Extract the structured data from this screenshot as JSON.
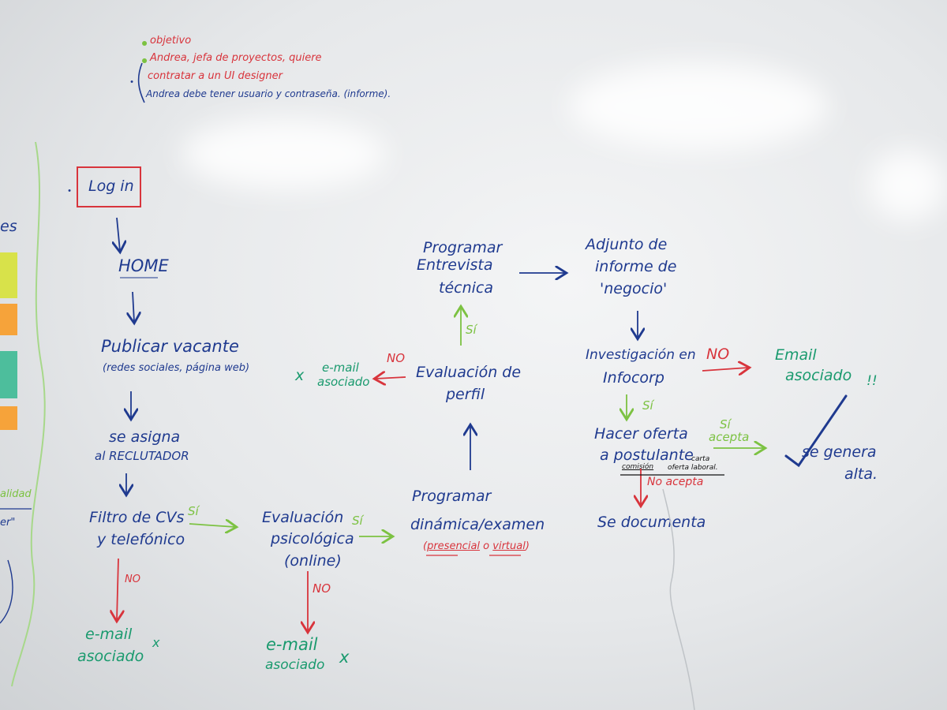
{
  "notes": {
    "line1": "objetivo",
    "line2": "Andrea, jefa de proyectos, quiere",
    "line3": "contratar a un UI designer",
    "line4": "Andrea debe tener usuario y contraseña. (informe)."
  },
  "left_margin": {
    "frag1": "es",
    "frag2": "alidad",
    "frag3": "er\""
  },
  "flow": {
    "login": "Log in",
    "home": "HOME",
    "publicar": "Publicar vacante",
    "publicar_sub": "(redes sociales, página web)",
    "asigna_1": "se asigna",
    "asigna_2": "al RECLUTADOR",
    "filtro_1": "Filtro de CVs",
    "filtro_2": "y telefónico",
    "psico_1": "Evaluación",
    "psico_2": "psicológica",
    "psico_3": "(online)",
    "dinamica_1": "Programar",
    "dinamica_2": "dinámica/examen",
    "dinamica_3a": "presencial",
    "dinamica_3b": "o",
    "dinamica_3c": "virtual",
    "perfil_1": "Evaluación de",
    "perfil_2": "perfil",
    "entrevista_1": "Programar",
    "entrevista_2": "Entrevista",
    "entrevista_3": "técnica",
    "adjunto_1": "Adjunto de",
    "adjunto_2": "informe de",
    "adjunto_3": "'negocio'",
    "investigacion_1": "Investigación en",
    "investigacion_2": "Infocorp",
    "oferta_1": "Hacer oferta",
    "oferta_2": "a postulante",
    "oferta_sub_1": "comisión",
    "oferta_sub_2": "carta",
    "oferta_sub_3": "oferta laboral.",
    "documenta": "Se documenta",
    "email_inf_1": "Email",
    "email_inf_2": "asociado",
    "email_inf_3": "!!",
    "genera_1": "se genera",
    "genera_2": "alta."
  },
  "labels": {
    "si_filtro": "Sí",
    "si_psico": "Sí",
    "si_perfil": "Sí",
    "si_investigacion": "Sí",
    "si_acepta_1": "Sí",
    "si_acepta_2": "acepta",
    "no_filtro": "NO",
    "no_psico": "NO",
    "no_perfil": "NO",
    "no_investigacion": "NO",
    "no_acepta": "No acepta"
  },
  "emails": {
    "e1_1": "e-mail",
    "e1_2": "asociado",
    "e2_1": "e-mail",
    "e2_2": "asociado",
    "e3_1": "e-mail",
    "e3_2": "asociado",
    "x": "x"
  },
  "colors": {
    "blue_marker": "#1f3a8f",
    "red_marker": "#d8343c",
    "green_marker": "#1a9a6e",
    "light_green_marker": "#7cc242"
  }
}
